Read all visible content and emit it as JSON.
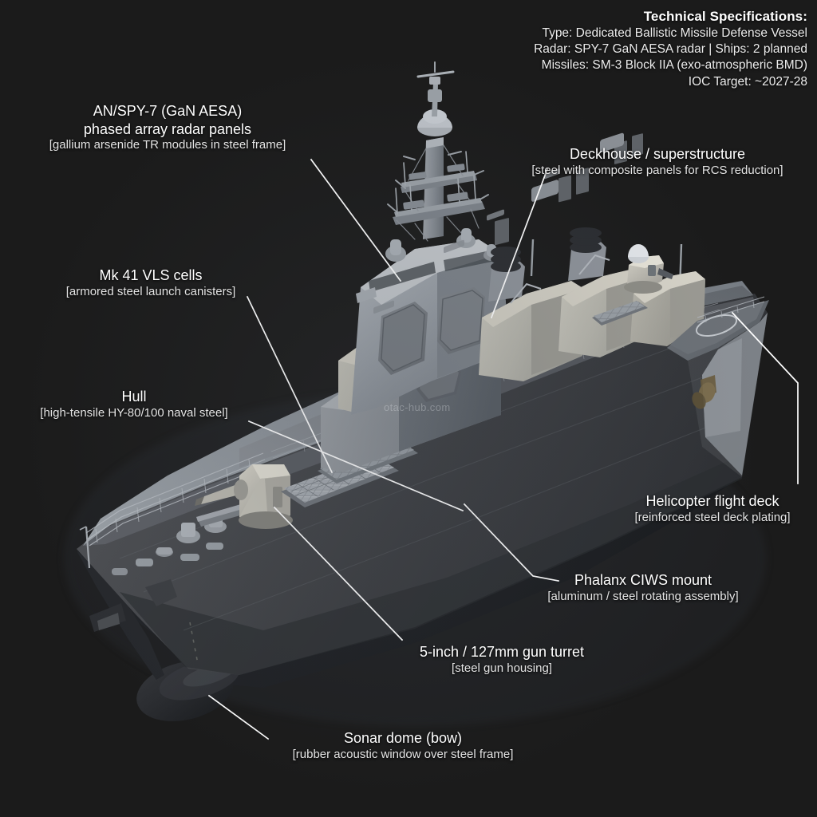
{
  "background_color": "#1a1a1a",
  "leader_line_color": "#ffffff",
  "specs": {
    "title": "Technical Specifications:",
    "lines": [
      "Type: Dedicated Ballistic Missile Defense Vessel",
      "Radar: SPY-7 GaN AESA radar | Ships: 2 planned",
      "Missiles: SM-3 Block IIA (exo-atmospheric BMD)",
      "IOC Target: ~2027-28"
    ]
  },
  "watermark": {
    "text": "otac-hub.com"
  },
  "callouts": [
    {
      "id": "radar",
      "title": "AN/SPY-7 (GaN AESA)",
      "title2": "phased array radar panels",
      "sub": "[gallium arsenide TR modules in steel frame]",
      "align": "center"
    },
    {
      "id": "deckhouse",
      "title": "Deckhouse / superstructure",
      "sub": "[steel with composite panels for RCS reduction]",
      "align": "center"
    },
    {
      "id": "vls",
      "title": "Mk 41 VLS cells",
      "sub": "[armored steel launch canisters]",
      "align": "center"
    },
    {
      "id": "hull",
      "title": "Hull",
      "sub": "[high-tensile HY-80/100 naval steel]",
      "align": "center"
    },
    {
      "id": "flightdeck",
      "title": "Helicopter flight deck",
      "sub": "[reinforced steel deck plating]",
      "align": "center"
    },
    {
      "id": "ciws",
      "title": "Phalanx CIWS mount",
      "sub": "[aluminum / steel rotating assembly]",
      "align": "center"
    },
    {
      "id": "gun",
      "title": "5-inch / 127mm gun turret",
      "sub": "[steel gun housing]",
      "align": "center"
    },
    {
      "id": "sonar",
      "title": "Sonar dome (bow)",
      "sub": "[rubber acoustic window over steel frame]",
      "align": "center"
    }
  ]
}
